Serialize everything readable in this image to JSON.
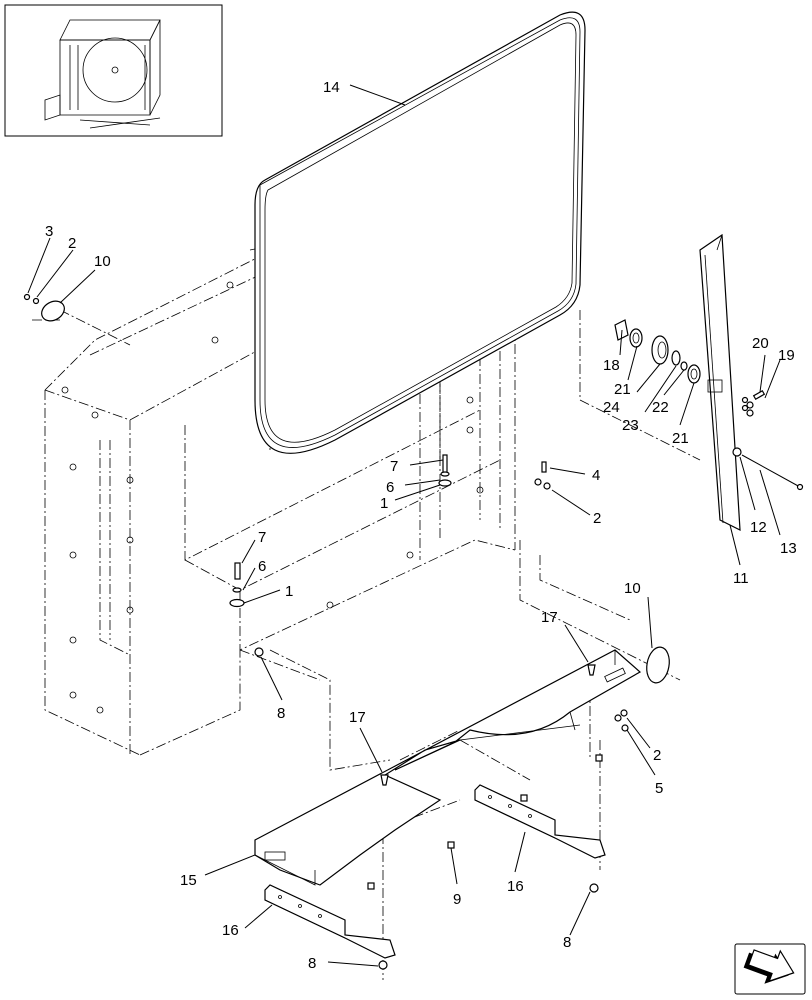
{
  "diagram": {
    "callouts": [
      {
        "id": "c14",
        "text": "14"
      },
      {
        "id": "c3",
        "text": "3"
      },
      {
        "id": "c2a",
        "text": "2"
      },
      {
        "id": "c10a",
        "text": "10"
      },
      {
        "id": "c18",
        "text": "18"
      },
      {
        "id": "c21a",
        "text": "21"
      },
      {
        "id": "c24",
        "text": "24"
      },
      {
        "id": "c23",
        "text": "23"
      },
      {
        "id": "c22",
        "text": "22"
      },
      {
        "id": "c21b",
        "text": "21"
      },
      {
        "id": "c20",
        "text": "20"
      },
      {
        "id": "c19",
        "text": "19"
      },
      {
        "id": "c7a",
        "text": "7"
      },
      {
        "id": "c6a",
        "text": "6"
      },
      {
        "id": "c1a",
        "text": "1"
      },
      {
        "id": "c4",
        "text": "4"
      },
      {
        "id": "c2b",
        "text": "2"
      },
      {
        "id": "c12",
        "text": "12"
      },
      {
        "id": "c13",
        "text": "13"
      },
      {
        "id": "c11",
        "text": "11"
      },
      {
        "id": "c7b",
        "text": "7"
      },
      {
        "id": "c6b",
        "text": "6"
      },
      {
        "id": "c1b",
        "text": "1"
      },
      {
        "id": "c10b",
        "text": "10"
      },
      {
        "id": "c17a",
        "text": "17"
      },
      {
        "id": "c8a",
        "text": "8"
      },
      {
        "id": "c2c",
        "text": "2"
      },
      {
        "id": "c5",
        "text": "5"
      },
      {
        "id": "c17b",
        "text": "17"
      },
      {
        "id": "c15",
        "text": "15"
      },
      {
        "id": "c9",
        "text": "9"
      },
      {
        "id": "c16a",
        "text": "16"
      },
      {
        "id": "c16b",
        "text": "16"
      },
      {
        "id": "c8b",
        "text": "8"
      },
      {
        "id": "c8c",
        "text": "8"
      }
    ]
  }
}
